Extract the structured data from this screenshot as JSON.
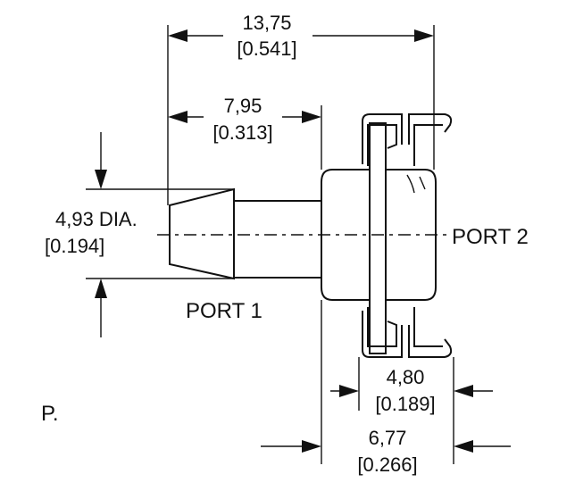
{
  "dimensions": {
    "overall_length": {
      "mm": "13,75",
      "inch": "[0.541]"
    },
    "port1_length": {
      "mm": "7,95",
      "inch": "[0.313]"
    },
    "port1_diameter": {
      "mm": "4,93 DIA.",
      "inch": "[0.194]"
    },
    "groove_width": {
      "mm": "4,80",
      "inch": "[0.189]"
    },
    "body_width": {
      "mm": "6,77",
      "inch": "[0.266]"
    }
  },
  "labels": {
    "port1": "PORT 1",
    "port2": "PORT 2",
    "cropped_text": "P."
  }
}
